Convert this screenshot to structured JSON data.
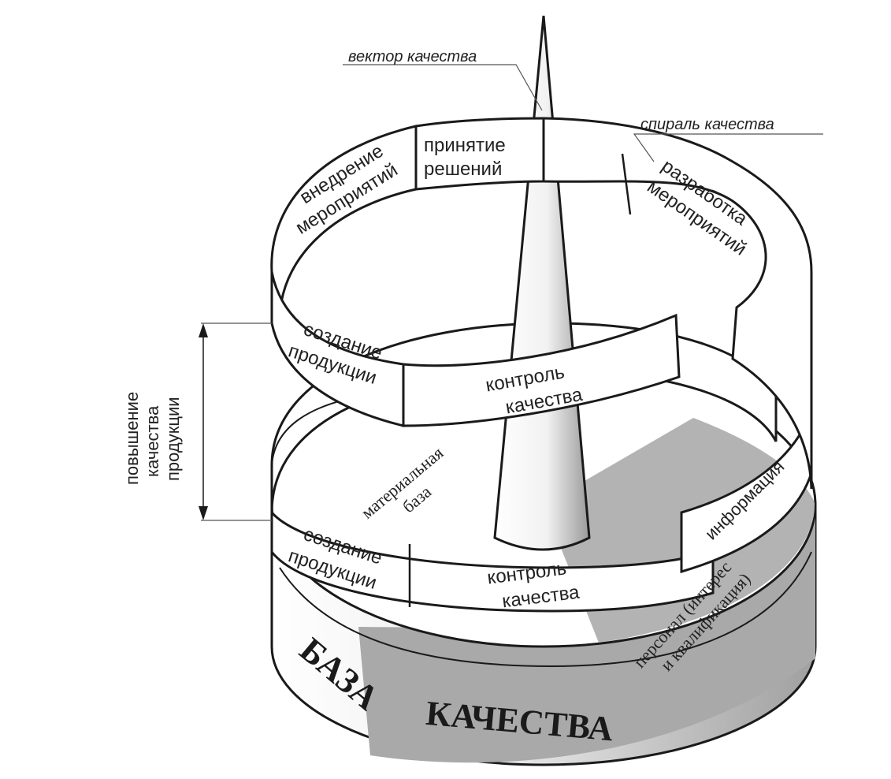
{
  "labels": {
    "quality_vector": "вектор качества",
    "quality_spiral": "спираль качества",
    "upper_turn": {
      "implementation_l1": "внедрение",
      "implementation_l2": "мероприятий",
      "decision_l1": "принятие",
      "decision_l2": "решений",
      "development_l1": "разработка",
      "development_l2": "мероприятий",
      "production_l1": "создание",
      "production_l2": "продукции",
      "control_l1": "контроль",
      "control_l2": "качества"
    },
    "lower_turn": {
      "production_l1": "создание",
      "production_l2": "продукции",
      "control_l1": "контроль",
      "control_l2": "качества",
      "information": "информация"
    },
    "material_base_l1": "материальная",
    "material_base_l2": "база",
    "personnel_l1": "персонал (интерес",
    "personnel_l2": "и квалификация)",
    "base_word1": "БАЗА",
    "base_word2": "КАЧЕСТВА",
    "improvement_l1": "повышение",
    "improvement_l2": "качества",
    "improvement_l3": "продукции"
  },
  "colors": {
    "ink": "#1a1a1a",
    "shading": "#a9a9a9",
    "band_fill": "#ffffff"
  }
}
